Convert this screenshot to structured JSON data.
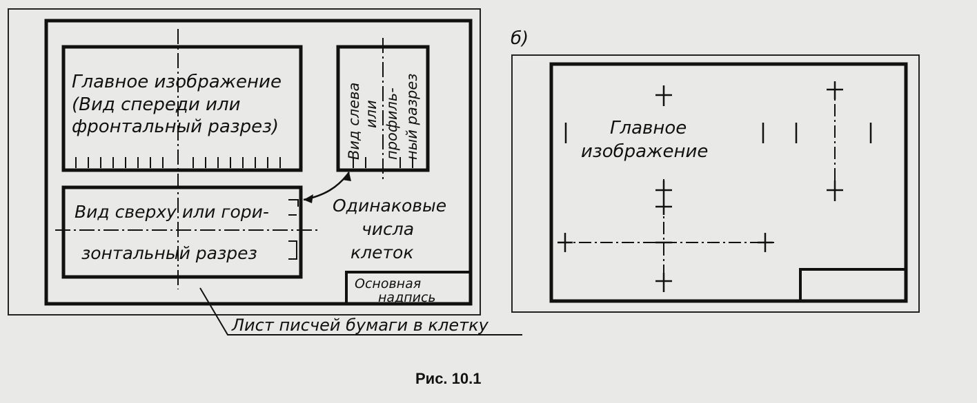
{
  "figure": {
    "caption": "Рис. 10.1",
    "panel_a": {
      "front_view_lines": [
        "Главное изображение",
        "(Вид спереди или",
        "фронтальный разрез)"
      ],
      "side_view_lines": [
        "Вид слева",
        "или",
        "профиль-",
        "ный разрез"
      ],
      "top_view_lines": [
        "Вид сверху или гори-",
        "зонтальный разрез"
      ],
      "same_cells_lines": [
        "Одинаковые",
        "числа",
        "клеток"
      ],
      "title_block_lines": [
        "Основная",
        "надпись"
      ],
      "sheet_note": "Лист писчей бумаги в клетку"
    },
    "panel_b": {
      "label": "б)",
      "main_view_lines": [
        "Главное",
        "изображение"
      ]
    }
  }
}
